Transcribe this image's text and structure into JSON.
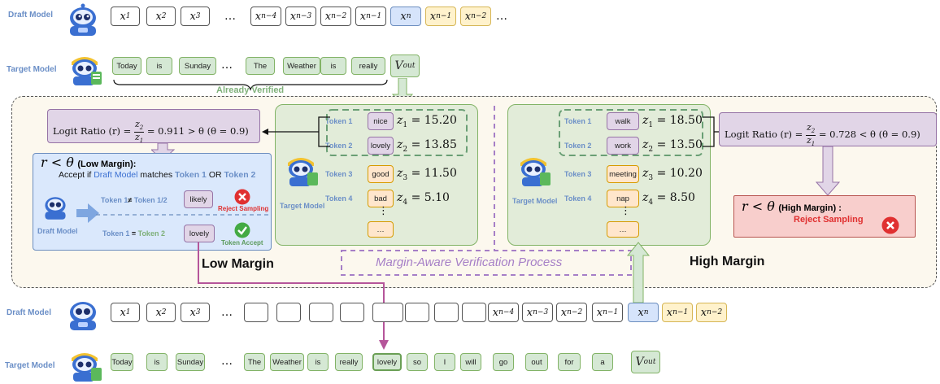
{
  "top": {
    "draft_label": "Draft Model",
    "target_label": "Target Model",
    "draft_tokens": [
      {
        "v": "x",
        "s": "1",
        "kind": "plain"
      },
      {
        "v": "x",
        "s": "2",
        "kind": "plain"
      },
      {
        "v": "x",
        "s": "3",
        "kind": "plain"
      },
      {
        "v": "x",
        "s": "n−4",
        "kind": "plain"
      },
      {
        "v": "x",
        "s": "n−3",
        "kind": "plain"
      },
      {
        "v": "x",
        "s": "n−2",
        "kind": "plain"
      },
      {
        "v": "x",
        "s": "n−1",
        "kind": "plain"
      },
      {
        "v": "x",
        "s": "n",
        "kind": "blue"
      },
      {
        "v": "x",
        "s": "n−1",
        "kind": "yellow"
      },
      {
        "v": "x",
        "s": "n−2",
        "kind": "yellow"
      }
    ],
    "target_tokens": [
      "Today",
      "is",
      "Sunday",
      "The",
      "Weather",
      "is",
      "really"
    ],
    "v_out": "V",
    "v_out_sub": "out",
    "ellipsis": "…",
    "already_verified": "Already Verified"
  },
  "left": {
    "logit_text": "Logit Ratio (r) = ",
    "logit_z2": "z",
    "logit_z1": "z",
    "logit_rest": " = 0.911 > θ   (θ = 0.9)",
    "cond_r": "r < θ",
    "cond_bold": "(Low Margin):",
    "accept_prefix": "Accept if ",
    "accept_draft": "Draft Model",
    "accept_mid": " matches ",
    "accept_tok1": "Token 1",
    "accept_or": " OR ",
    "accept_tok2": "Token 2",
    "row1_a": "Token 1",
    "row1_b": "≠",
    "row1_c": " Token 1/2",
    "row1_word": "likely",
    "row1_status": "Reject Sampling",
    "row2_a": "Token 1",
    "row2_b": " = ",
    "row2_c": "Token 2",
    "row2_word": "lovely",
    "row2_status": "Token Accept",
    "draft_label": "Draft Model",
    "margin_title": "Low Margin"
  },
  "low_panel": {
    "target_label": "Target Model",
    "tokens": [
      {
        "label": "Token 1",
        "word": "nice",
        "z": "1",
        "val": "15.20",
        "color": "purple"
      },
      {
        "label": "Token 2",
        "word": "lovely",
        "z": "2",
        "val": "13.85",
        "color": "purple"
      },
      {
        "label": "Token 3",
        "word": "good",
        "z": "3",
        "val": "11.50",
        "color": "orange"
      },
      {
        "label": "Token 4",
        "word": "bad",
        "z": "4",
        "val": "5.10",
        "color": "orange"
      }
    ],
    "more": "…",
    "vdots": "⋮"
  },
  "high_panel": {
    "target_label": "Target Model",
    "tokens": [
      {
        "label": "Token 1",
        "word": "walk",
        "z": "1",
        "val": "18.50",
        "color": "purple"
      },
      {
        "label": "Token 2",
        "word": "work",
        "z": "2",
        "val": "13.50",
        "color": "purple"
      },
      {
        "label": "Token 3",
        "word": "meeting",
        "z": "3",
        "val": "10.20",
        "color": "orange"
      },
      {
        "label": "Token 4",
        "word": "nap",
        "z": "4",
        "val": "8.50",
        "color": "orange"
      }
    ],
    "more": "…",
    "vdots": "⋮"
  },
  "right": {
    "logit_text": "Logit Ratio (r) = ",
    "logit_rest": " = 0.728 < θ   (θ = 0.9)",
    "cond_r": "r < θ",
    "cond_bold": "(High Margin) :",
    "reject": "Reject Sampling",
    "margin_title": "High Margin"
  },
  "process_label": "Margin-Aware Verification Process",
  "bottom": {
    "draft_label": "Draft Model",
    "target_label": "Target Model",
    "draft_tokens": [
      {
        "v": "x",
        "s": "1",
        "kind": "plain"
      },
      {
        "v": "x",
        "s": "2",
        "kind": "plain"
      },
      {
        "v": "x",
        "s": "3",
        "kind": "plain"
      },
      {
        "v": "x",
        "s": "n−4",
        "kind": "plain"
      },
      {
        "v": "x",
        "s": "n−3",
        "kind": "plain"
      },
      {
        "v": "x",
        "s": "n−2",
        "kind": "plain"
      },
      {
        "v": "x",
        "s": "n−1",
        "kind": "plain"
      },
      {
        "v": "x",
        "s": "n",
        "kind": "blue"
      },
      {
        "v": "x",
        "s": "n−1",
        "kind": "yellow"
      },
      {
        "v": "x",
        "s": "n−2",
        "kind": "yellow"
      }
    ],
    "target_tokens": [
      "Today",
      "is",
      "Sunday",
      "The",
      "Weather",
      "is",
      "really",
      "lovely",
      "so",
      "I",
      "will",
      "go",
      "out",
      "for",
      "a"
    ],
    "v_out": "V",
    "v_out_sub": "out",
    "ellipsis": "…"
  },
  "colors": {
    "green_fill": "#d5e8d4",
    "green_border": "#82b366",
    "purple_fill": "#e1d5e7",
    "purple_border": "#9673a6",
    "orange_fill": "#ffe6cc",
    "orange_border": "#d79b00",
    "blue_fill": "#dae8fc",
    "label_blue": "#6b8fc7",
    "reject_red": "#e03030",
    "accept_green": "#44aa44",
    "arrow_pink": "#b5559a",
    "margin_purple": "#a67fc7"
  }
}
